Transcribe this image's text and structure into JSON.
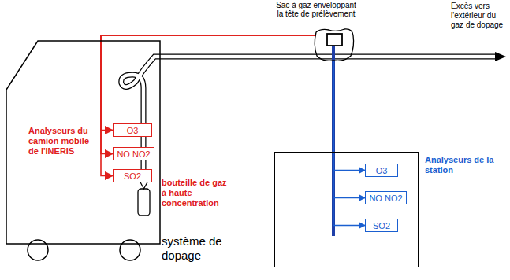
{
  "diagram": {
    "nodes": [
      {
        "text": [
          "Sac à gaz enveloppant la tête de prélèvement"
        ]
      },
      {
        "text": [
          "Analyseurs du camion mobile de l'INERIS"
        ]
      },
      {
        "text": [
          "O3"
        ],
        "in": 1
      },
      {
        "text": [
          "NO NO2"
        ],
        "in": 1
      },
      {
        "text": [
          "SO2"
        ],
        "in": 1
      },
      {
        "text": [
          "Analyseurs de la station"
        ]
      },
      {
        "text": [
          "O3"
        ],
        "in": 5
      },
      {
        "text": [
          "NO NO2"
        ],
        "in": 5
      },
      {
        "text": [
          "SO2"
        ],
        "in": 5
      }
    ],
    "edges": [
      {
        "from": 0,
        "to": 2,
        "arrow": "to"
      },
      {
        "from": 0,
        "to": 3,
        "arrow": "to"
      },
      {
        "from": 0,
        "to": 4,
        "arrow": "to"
      },
      {
        "from": 0,
        "to": 6,
        "arrow": "to"
      },
      {
        "from": 0,
        "to": 7,
        "arrow": "to"
      },
      {
        "from": 0,
        "to": 8,
        "arrow": "to"
      }
    ],
    "labels": [
      "Excès vers l'extérieur du gaz de dopage",
      "bouteille de gaz à haute concentration",
      "système de dopage"
    ]
  }
}
